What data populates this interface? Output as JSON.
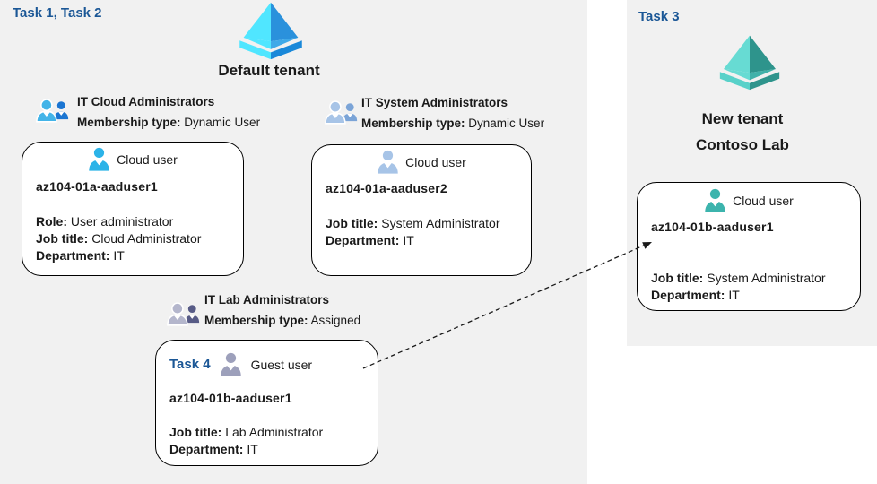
{
  "colors": {
    "panel-bg": "#f1f1f1",
    "task-blue": "#1b5796",
    "ink": "#1a1a1a",
    "box-border": "#000000",
    "aad-left": "#50e6ff",
    "aad-right": "#2a91dc",
    "aad-front": "#3fa9e8",
    "aad-base-dark": "#1988d9",
    "teal-left": "#67dbd3",
    "teal-right": "#2e948c",
    "teal-front": "#41b1a9",
    "teal-base-light": "#58d1c9",
    "user-cyan": "#2bb3e8",
    "user-steel": "#a7c4e7",
    "user-gray": "#9da0bb",
    "user-teal": "#3cb4ad",
    "group-cloud-front": "#43b4e8",
    "group-cloud-back": "#1a75d2",
    "group-system-front": "#a7c4e7",
    "group-system-back": "#7ba4d7",
    "group-lab-front": "#b4b6cc",
    "group-lab-back": "#575b86"
  },
  "icons": {
    "tenant": "azure-tenant-pyramid-icon",
    "group": "two-person-group-icon",
    "user": "person-icon"
  },
  "tasks": {
    "task12": "Task 1, Task 2",
    "task3": "Task 3",
    "task4": "Task 4"
  },
  "tenants": {
    "default_label": "Default tenant",
    "new_line1": "New tenant",
    "new_line2": "Contoso Lab"
  },
  "groups": {
    "cloud": {
      "title": "IT Cloud Administrators",
      "membership_label": "Membership type:",
      "membership_value": "Dynamic User"
    },
    "system": {
      "title": "IT System Administrators",
      "membership_label": "Membership type:",
      "membership_value": "Dynamic User"
    },
    "lab": {
      "title": "IT Lab Administrators",
      "membership_label": "Membership type:",
      "membership_value": "Assigned"
    }
  },
  "users": {
    "cloud1": {
      "type": "Cloud user",
      "name": "az104-01a-aaduser1",
      "role_label": "Role:",
      "role": "User administrator",
      "job_label": "Job title:",
      "job": "Cloud Administrator",
      "dept_label": "Department:",
      "dept": "IT"
    },
    "cloud2": {
      "type": "Cloud user",
      "name": "az104-01a-aaduser2",
      "job_label": "Job title:",
      "job": "System Administrator",
      "dept_label": "Department:",
      "dept": "IT"
    },
    "guest": {
      "type": "Guest user",
      "name": "az104-01b-aaduser1",
      "job_label": "Job title:",
      "job": "Lab Administrator",
      "dept_label": "Department:",
      "dept": "IT"
    },
    "new_user": {
      "type": "Cloud user",
      "name": "az104-01b-aaduser1",
      "job_label": "Job title:",
      "job": "System Administrator",
      "dept_label": "Department:",
      "dept": "IT"
    }
  }
}
